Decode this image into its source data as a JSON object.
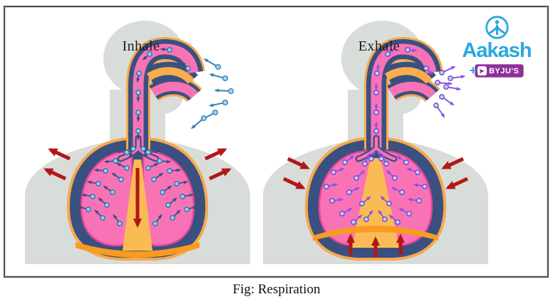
{
  "figure": {
    "caption": "Fig: Respiration",
    "panels": [
      {
        "label": "Inhale"
      },
      {
        "label": "Exhale"
      }
    ]
  },
  "logo": {
    "brand": "Aakash",
    "plus": "+",
    "sub_brand": "BYJU'S",
    "byjus_icon": "▶",
    "brand_color": "#29a8e0",
    "badge_color": "#8f2f9c"
  },
  "colors": {
    "body_silhouette": "#d8ddda",
    "lung_pink": "#f873b6",
    "lung_outline_pink": "#e8469b",
    "pleura_navy": "#3a5080",
    "diaphragm_orange": "#f89b20",
    "mediastinum_orange": "#fbbb54",
    "outline_orange": "#f6a94c",
    "inhale_air_arrows": "#3a5080",
    "inhale_air_particles": "#8fd0ee",
    "exhale_air_arrows": "#8a4fe8",
    "muscle_arrows_red": "#b11717",
    "frame_border": "#4e4e4e"
  }
}
